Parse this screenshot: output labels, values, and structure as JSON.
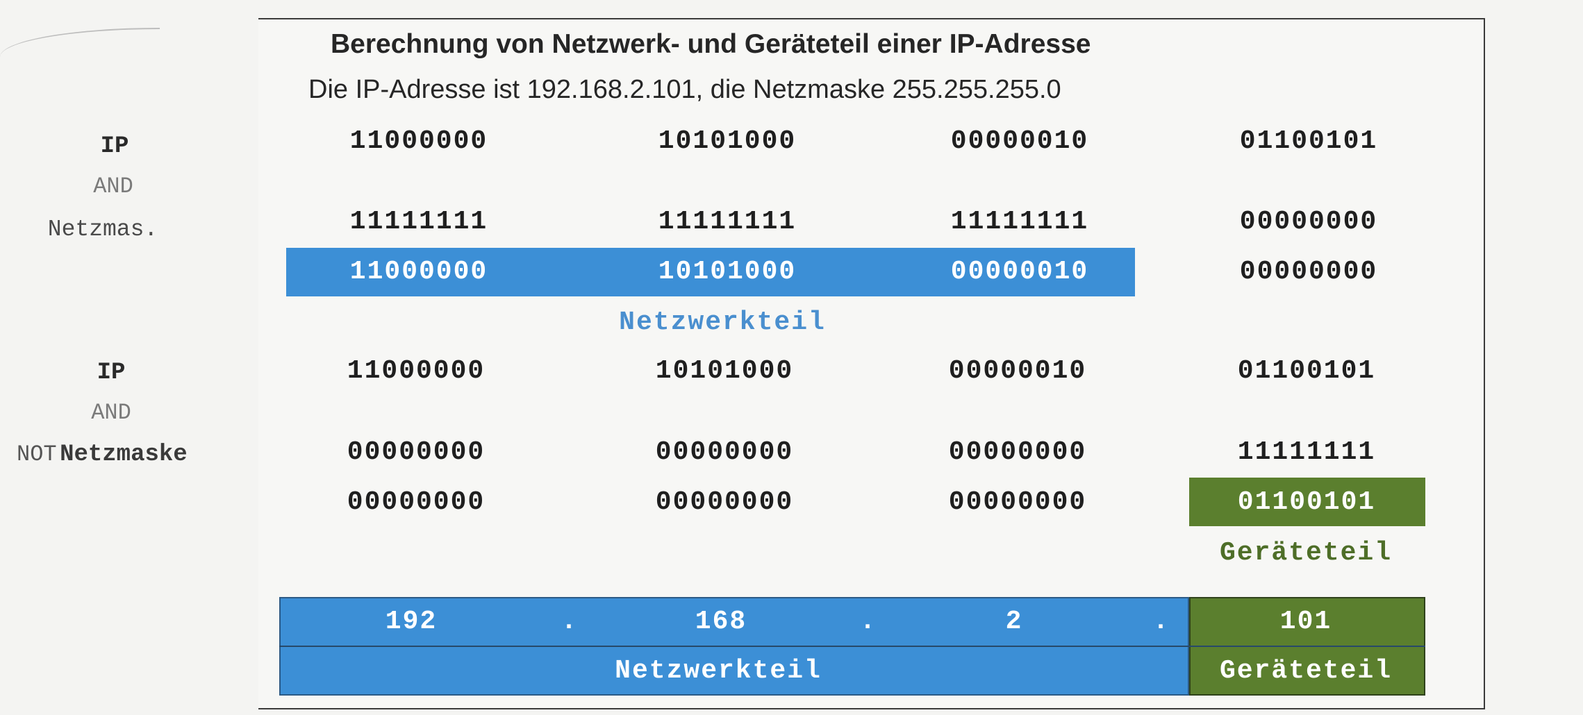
{
  "title": "Berechnung von Netzwerk- und Geräteteil einer IP-Adresse",
  "subtitle": "Die IP-Adresse ist 192.168.2.101, die Netzmaske 255.255.255.0",
  "block1": {
    "label_ip": "IP",
    "label_and": "AND",
    "label_mask": "Netzmas.",
    "ip": [
      "11000000",
      "10101000",
      "00000010",
      "01100101"
    ],
    "mask": [
      "11111111",
      "11111111",
      "11111111",
      "00000000"
    ],
    "result": [
      "11000000",
      "10101000",
      "00000010",
      "00000000"
    ],
    "caption": "Netzwerkteil"
  },
  "block2": {
    "label_ip": "IP",
    "label_and": "AND",
    "label_not": "NOT",
    "label_mask": "Netzmaske",
    "ip": [
      "11000000",
      "10101000",
      "00000010",
      "01100101"
    ],
    "notmask": [
      "00000000",
      "00000000",
      "00000000",
      "11111111"
    ],
    "result": [
      "00000000",
      "00000000",
      "00000000",
      "01100101"
    ],
    "caption": "Geräteteil"
  },
  "summary": {
    "octets": [
      "192",
      "168",
      "2",
      "101"
    ],
    "dot": ".",
    "network_label": "Netzwerkteil",
    "host_label": "Geräteteil"
  },
  "colors": {
    "network": "#3c8fd6",
    "host": "#5b7f2e"
  }
}
